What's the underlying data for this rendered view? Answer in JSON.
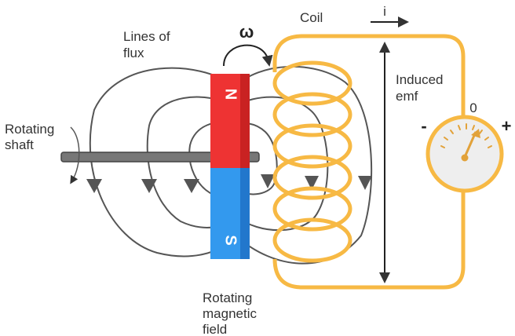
{
  "labels": {
    "lines_of_flux": [
      "Lines of",
      "flux"
    ],
    "coil": "Coil",
    "current": "i",
    "induced_emf": [
      "Induced",
      "emf"
    ],
    "omega": "ω",
    "rotating_shaft": [
      "Rotating",
      "shaft"
    ],
    "rotating_field": [
      "Rotating",
      "magnetic",
      "field"
    ],
    "meter_zero": "0",
    "meter_minus": "-",
    "meter_plus": "+"
  },
  "magnet": {
    "north": "N",
    "south": "S"
  },
  "colors": {
    "north_pole": "#ee3333",
    "south_pole": "#3399ee",
    "coil_wire": "#f7b944",
    "flux_lines": "#555555",
    "shaft": "#777777",
    "meter_face": "#eeeeee"
  },
  "icons": [
    "rotation-arrow-icon",
    "current-arrow-icon",
    "meter-needle-icon"
  ]
}
